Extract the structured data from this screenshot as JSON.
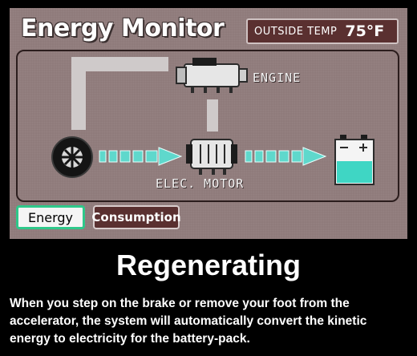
{
  "screen": {
    "title": "Energy Monitor",
    "outside_temp_label": "OUTSIDE TEMP",
    "outside_temp_value": "75°F"
  },
  "diagram": {
    "engine_label": "ENGINE",
    "motor_label": "ELEC. MOTOR",
    "battery_level": 0.6,
    "flow": "wheel-to-motor-to-battery"
  },
  "tabs": {
    "energy_label": "Energy",
    "consumption_label": "Consumption",
    "active": "Energy"
  },
  "caption": {
    "heading": "Regenerating",
    "body": "When you step on the brake or remove your foot from the accelerator, the system will automatically convert the kinetic energy to electricity for the battery-pack."
  },
  "colors": {
    "screen_bg": "#8f7b7b",
    "flow_arrow": "#5fd8cc",
    "battery_fill": "#3fd6c4",
    "active_tab_border": "#2fc88a",
    "dark_panel": "#5a3030"
  },
  "icons": [
    "wheel-icon",
    "engine-icon",
    "electric-motor-icon",
    "battery-icon"
  ]
}
